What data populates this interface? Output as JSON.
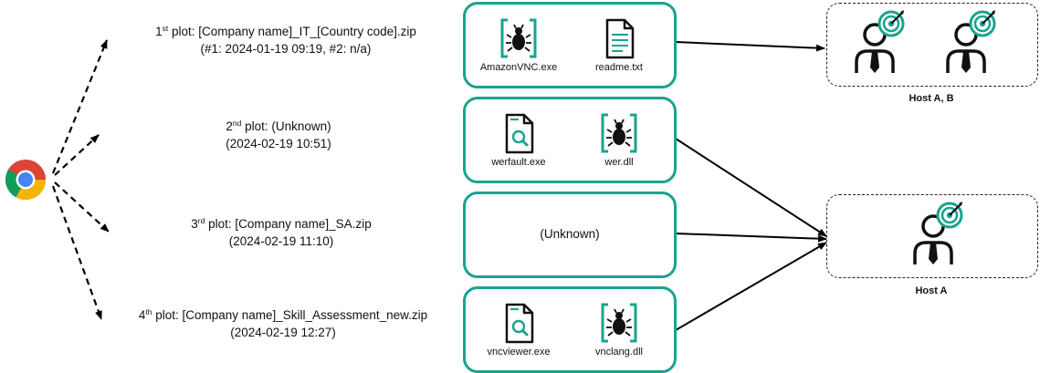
{
  "plots": [
    {
      "ordinal": "1",
      "suffix": "st",
      "name": " plot: [Company name]_IT_[Country code].zip",
      "detail": "(#1: 2024-01-19 09:19, #2: n/a)"
    },
    {
      "ordinal": "2",
      "suffix": "nd",
      "name": " plot: (Unknown)",
      "detail": "(2024-02-19 10:51)"
    },
    {
      "ordinal": "3",
      "suffix": "rd",
      "name": " plot: [Company name]_SA.zip",
      "detail": "(2024-02-19 11:10)"
    },
    {
      "ordinal": "4",
      "suffix": "th",
      "name": " plot: [Company name]_Skill_Assessment_new.zip",
      "detail": "(2024-02-19 12:27)"
    }
  ],
  "payloads": [
    {
      "files": [
        {
          "name": "AmazonVNC.exe",
          "icon": "malware-bug-icon"
        },
        {
          "name": "readme.txt",
          "icon": "text-document-icon"
        }
      ]
    },
    {
      "files": [
        {
          "name": "werfault.exe",
          "icon": "executable-search-icon"
        },
        {
          "name": "wer.dll",
          "icon": "malware-bug-icon"
        }
      ]
    },
    {
      "unknown": "(Unknown)"
    },
    {
      "files": [
        {
          "name": "vncviewer.exe",
          "icon": "executable-search-icon"
        },
        {
          "name": "vnclang.dll",
          "icon": "malware-bug-icon"
        }
      ]
    }
  ],
  "hosts": [
    {
      "label": "Host A, B",
      "icon": "targeted-user-icon"
    },
    {
      "label": "Host A",
      "icon": "targeted-user-icon"
    }
  ],
  "browser": {
    "icon": "chrome-browser-icon"
  },
  "colors": {
    "accent": "#1aa38f",
    "line": "#000000"
  }
}
